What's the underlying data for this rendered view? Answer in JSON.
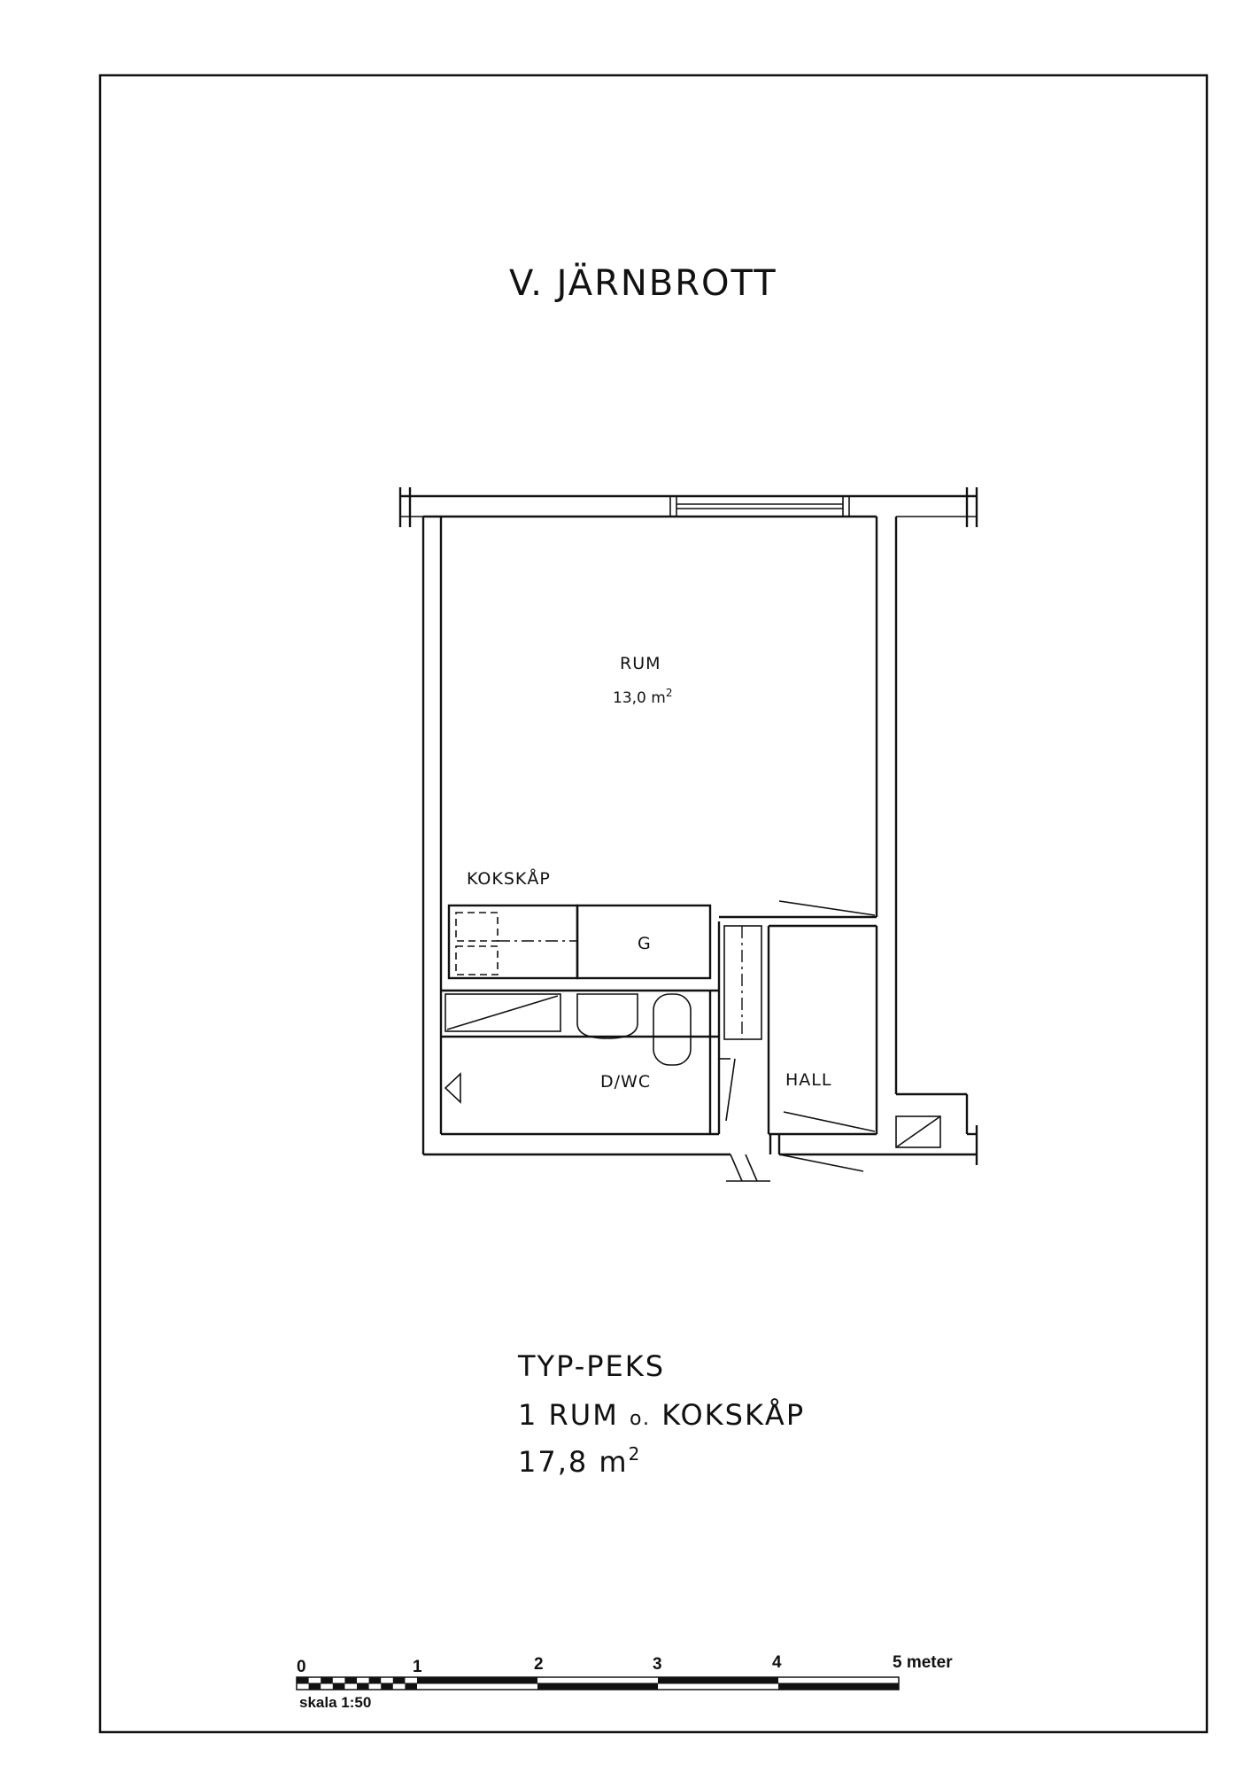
{
  "drawing": {
    "title": "V. JÄRNBROTT",
    "rooms": {
      "rum": {
        "label": "RUM",
        "area": "13,0 m",
        "area_sup": "2"
      },
      "kokskap": {
        "label": "KOKSKÅP"
      },
      "g": {
        "label": "G"
      },
      "dwc": {
        "label": "D/WC"
      },
      "hall": {
        "label": "HALL"
      }
    },
    "spec": {
      "type": "TYP-PEKS",
      "layout_a": "1 RUM ",
      "layout_o": "o.",
      "layout_b": " KOKSKÅP",
      "total_area": "17,8 m",
      "total_sup": "2"
    },
    "scale_bar": {
      "ticks": [
        "0",
        "1",
        "2",
        "3",
        "4",
        "5 meter"
      ],
      "caption": "skala 1:50"
    }
  }
}
